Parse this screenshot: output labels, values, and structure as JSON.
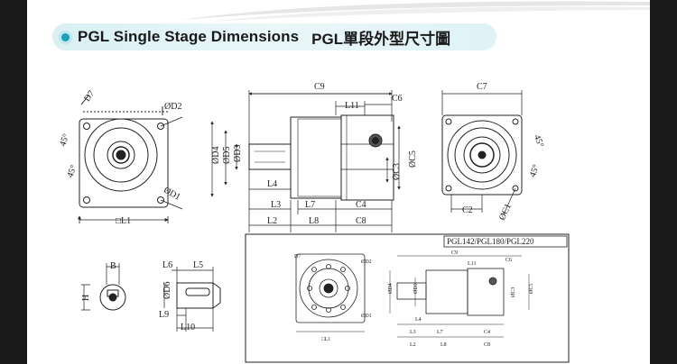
{
  "title": {
    "en": "PGL Single Stage Dimensions",
    "zh": "PGL單段外型尺寸圖"
  },
  "inset_label": "PGL142/PGL180/PGL220",
  "labels": {
    "D2": "ØD2",
    "D1": "ØD1",
    "D7": "D7",
    "ang45a": "45°",
    "ang45b": "45°",
    "L1": "□L1",
    "C9": "C9",
    "L11": "L11",
    "C6": "C6",
    "D4": "ØD4",
    "D5": "ØD5",
    "D3": "ØD3",
    "C5": "ØC5",
    "C3": "ØC3",
    "L4": "L4",
    "L3": "L3",
    "L7": "L7",
    "C4": "C4",
    "L2": "L2",
    "L8": "L8",
    "C8": "C8",
    "C7": "C7",
    "C2": "C2",
    "C1": "ØC1",
    "ang45c": "45°",
    "ang45d": "45°",
    "B": "B",
    "H": "H",
    "L6": "L6",
    "L5": "L5",
    "D6": "ØD6",
    "L9": "L9",
    "L10": "L10"
  },
  "inset_labels": {
    "D2": "ØD2",
    "D1": "ØD1",
    "D7": "D7",
    "L1": "□L1",
    "C9": "C9",
    "L11": "L11",
    "C6": "C6",
    "D4": "ØD4",
    "D3": "ØD3",
    "C5": "ØC5",
    "C3": "ØC3",
    "L4": "L4",
    "L3": "L3",
    "L7": "L7",
    "C4": "C4",
    "L2": "L2",
    "L8": "L8",
    "C8": "C8"
  },
  "colors": {
    "accent": "#1e9fb7",
    "title_bg": "#dff2f5",
    "frame": "#1a1a1a"
  }
}
